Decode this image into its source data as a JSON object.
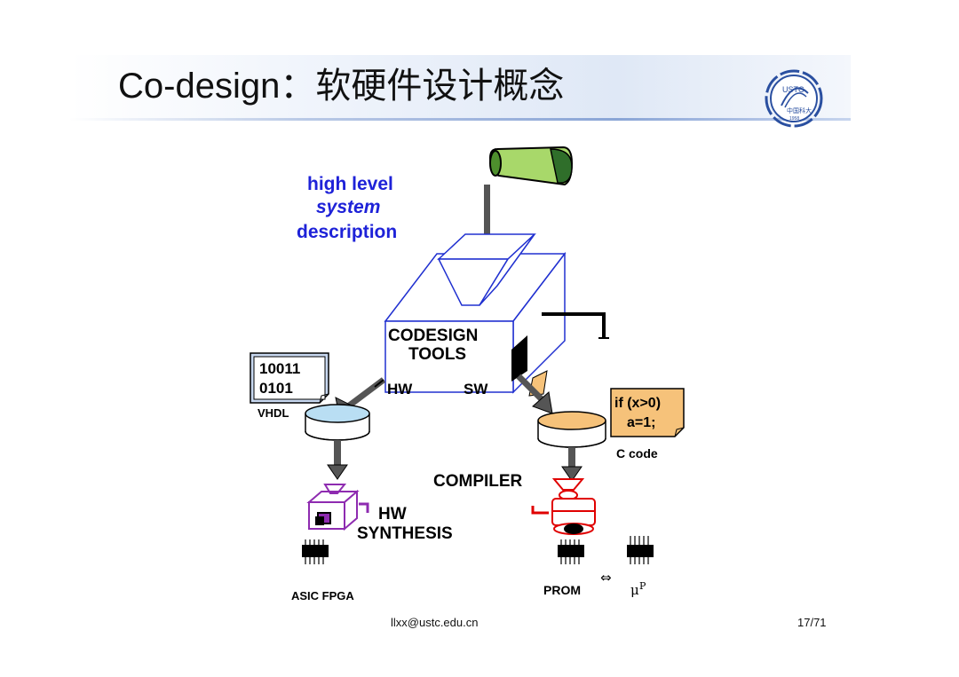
{
  "slide": {
    "title_latin": "Co-design：",
    "title_cjk": "软硬件设计概念",
    "footer_email": "llxx@ustc.edu.cn",
    "page_number": "17/71"
  },
  "logo": {
    "text": "USTC",
    "motto": "中国科大",
    "year": "1958",
    "color": "#2a4fa0"
  },
  "diagram": {
    "description_line1": "high level",
    "description_line2": "system",
    "description_line3": "description",
    "tools_line1": "CODESIGN",
    "tools_line2": "TOOLS",
    "hw_label": "HW",
    "sw_label": "SW",
    "binary_line1": "10011",
    "binary_line2": "0101",
    "vhdl_label": "VHDL",
    "code_line1": "if (x>0)",
    "code_line2": "a=1;",
    "c_code_label": "C code",
    "compiler_label": "COMPILER",
    "hw_synthesis_line1": "HW",
    "hw_synthesis_line2": "SYNTHESIS",
    "asic_fpga_label": "ASIC FPGA",
    "prom_label": "PROM",
    "equiv_symbol": "⇔",
    "up_label_mu": "μ",
    "up_label_p": "P",
    "colors": {
      "blue_text": "#1e22d8",
      "hw_disk": "#b9def3",
      "sw_disk": "#f6c27a",
      "purple": "#8e2bb0",
      "red": "#e00000",
      "funnel_green": "#a8d86a"
    }
  }
}
